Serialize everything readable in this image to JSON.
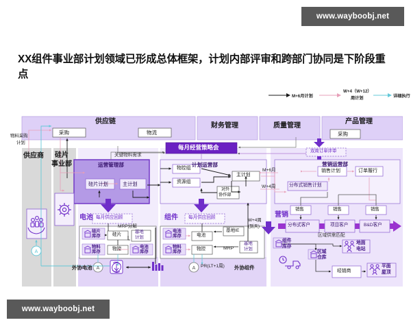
{
  "watermark": {
    "top": "www.wayboobj.net",
    "bottom": "www.wayboobj.net"
  },
  "title": "XX组件事业部计划领域已形成总体框架，计划内部评审和跨部门协同是下阶段重点",
  "legend": {
    "items": [
      {
        "label": "M+6月计划",
        "color": "#1a1a1a"
      },
      {
        "label": "W+4（W+12）周计划",
        "color": "#e8a9bf"
      },
      {
        "label": "详细执行",
        "color": "#6fd0dd"
      }
    ],
    "item1": "M+6月计划",
    "item2_line1": "W+4（W+12）",
    "item2_line2": "周计划",
    "item3": "详细执行"
  },
  "diagram": {
    "top_departments": [
      {
        "name": "供应链",
        "sub": [
          "采购",
          "物流"
        ]
      },
      {
        "name": "财务管理",
        "sub": []
      },
      {
        "name": "质量管理",
        "sub": []
      },
      {
        "name": "产品管理",
        "sub": [
          "采购"
        ]
      }
    ],
    "dept_supply_chain": "供应链",
    "dept_purchase": "采购",
    "dept_logistics": "物流",
    "dept_finance": "财务管理",
    "dept_quality": "质量管理",
    "dept_product": "产品管理",
    "dept_product_purchase": "采购",
    "monthly_strategy_meeting": "每月经营策略会",
    "biweekly_order_review": "双周订单评审",
    "material_purchase_plan": "物料采购\n计划",
    "material_purchase_plan_l1": "物料采购",
    "material_purchase_plan_l2": "计划",
    "key_material_demand": "关键物料需求",
    "swimlanes": {
      "supplier": "供应商",
      "wafer_division": "硅片\n事业部",
      "wafer_division_l1": "硅片",
      "wafer_division_l2": "事业部",
      "cell": "电池",
      "module": "组件",
      "marketing": "营销",
      "outsourced_cell": "外协电池",
      "outsourced_module": "外协组件"
    },
    "operations_dept": {
      "title": "运营管理部",
      "boxes": [
        "硅片计划",
        "主计划"
      ]
    },
    "planning_dept": {
      "title": "计划运营部",
      "boxes": [
        "物控组",
        "资源组",
        "主计划",
        "对外协作部"
      ],
      "box_material_control": "物控组",
      "box_resource": "资源组",
      "box_master_plan": "主计划",
      "box_external_coop_l1": "对外",
      "box_external_coop_l2": "协作部",
      "tag_m6": "M+6月",
      "tag_w4": "W+4周"
    },
    "marketing_dept": {
      "title": "营销运营部",
      "box_sales_plan": "销售计划",
      "box_order_fulfillment": "订单履行",
      "box_distributed_sales_plan": "分布式销售计划"
    },
    "monthly_supply_review": "每月供应回顾",
    "cell_lane": {
      "inventory_wafer_l1": "硅片",
      "inventory_wafer_l2": "库存",
      "inventory_material_l1": "物料",
      "inventory_material_l2": "库存",
      "inventory_cell_l1": "电池",
      "inventory_cell_l2": "库存",
      "box_wafer": "硅片",
      "box_material_control": "物控",
      "label_mrp": "MRP分解",
      "box_base_plan_l1": "基地",
      "box_base_plan_l2": "计划"
    },
    "module_lane": {
      "inventory_cell_l1": "电池",
      "inventory_cell_l2": "库存",
      "inventory_material_l1": "物料",
      "inventory_material_l2": "库存",
      "box_cell": "电池",
      "box_material_control": "物控",
      "box_base_ie": "基地IE",
      "box_base_plan_l1": "基地",
      "box_base_plan_l2": "计划",
      "label_mrp": "MRP",
      "tag_w4_l1": "W+4周",
      "tag_w4_l2": "(到天)"
    },
    "pr_label": "PR(LT+1周)",
    "marketing_lane": {
      "sales_boxes": [
        "销售",
        "销售",
        "销售"
      ],
      "customers": [
        "分布式客户",
        "项目客户",
        "B&D客户"
      ],
      "region_match": "区域供需匹配",
      "module_inventory_l1": "组件",
      "module_inventory_l2": "库存",
      "regional_warehouse_l1": "区域",
      "regional_warehouse_l2": "仓库",
      "ground_station_l1": "地面",
      "ground_station_l2": "电站",
      "dealer": "经销商",
      "flat_roof_l1": "平面",
      "flat_roof_l2": "屋顶"
    },
    "colors": {
      "deep_purple": "#6f2ec9",
      "purple_arrow": "#7b2fd0",
      "lane_light": "#efe9fb",
      "lane_mid": "#e6dcf8",
      "pink_line": "#e79fb8",
      "cyan_line": "#63c8d8",
      "gray_lane": "#d9d9d9"
    }
  }
}
